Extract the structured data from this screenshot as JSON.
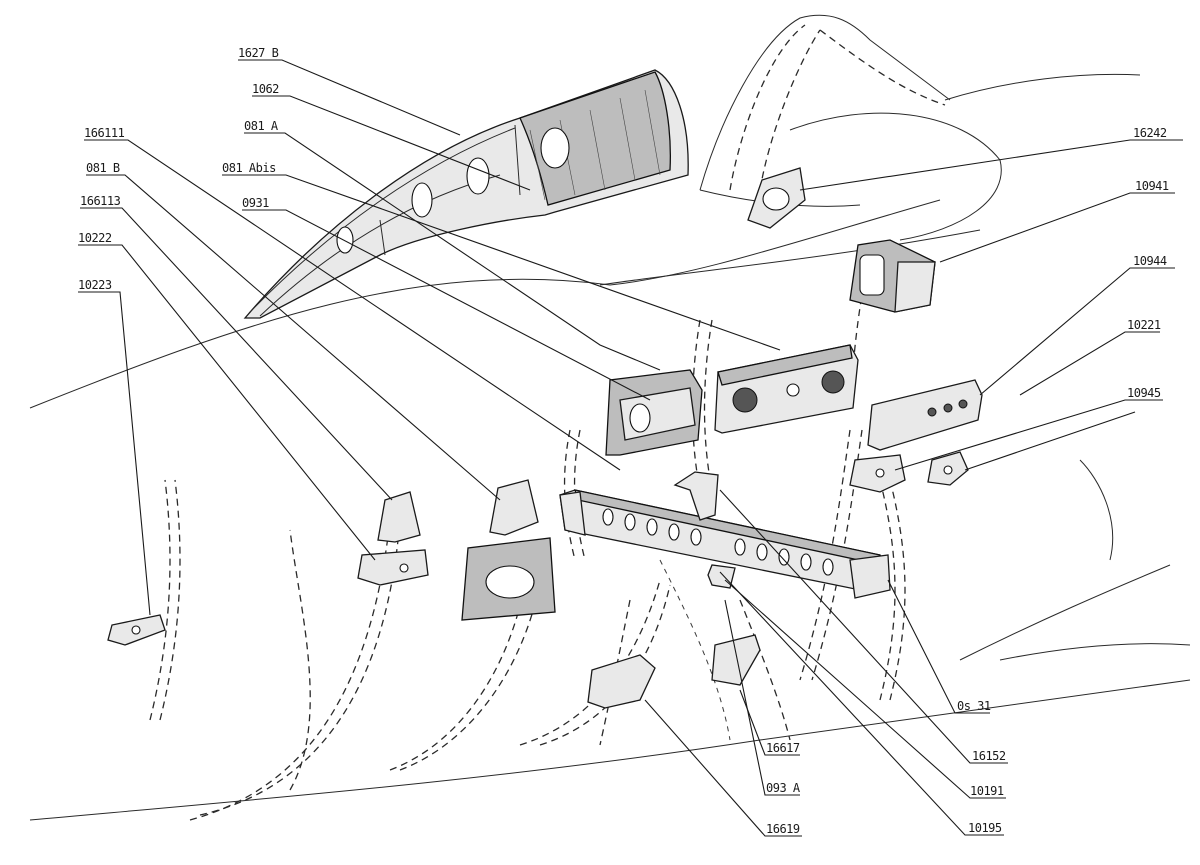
{
  "callouts": [
    {
      "id": "c1627b",
      "text": "1627 B"
    },
    {
      "id": "c1062",
      "text": "1062"
    },
    {
      "id": "c081a",
      "text": "081 A"
    },
    {
      "id": "c081abis",
      "text": "081 Abis"
    },
    {
      "id": "c166111",
      "text": "166111"
    },
    {
      "id": "c081b",
      "text": "081 B"
    },
    {
      "id": "c0931",
      "text": "0931"
    },
    {
      "id": "c166113",
      "text": "166113"
    },
    {
      "id": "c10222",
      "text": "10222"
    },
    {
      "id": "c10223",
      "text": "10223"
    },
    {
      "id": "c16242",
      "text": "16242"
    },
    {
      "id": "c10941",
      "text": "10941"
    },
    {
      "id": "c10944",
      "text": "10944"
    },
    {
      "id": "c10221",
      "text": "10221"
    },
    {
      "id": "c10945",
      "text": "10945"
    },
    {
      "id": "c0s31",
      "text": "0s 31"
    },
    {
      "id": "c16152",
      "text": "16152"
    },
    {
      "id": "c10191",
      "text": "10191"
    },
    {
      "id": "c10195",
      "text": "10195"
    },
    {
      "id": "c16617",
      "text": "16617"
    },
    {
      "id": "c093a",
      "text": "093 A"
    },
    {
      "id": "c16619",
      "text": "16619"
    }
  ]
}
